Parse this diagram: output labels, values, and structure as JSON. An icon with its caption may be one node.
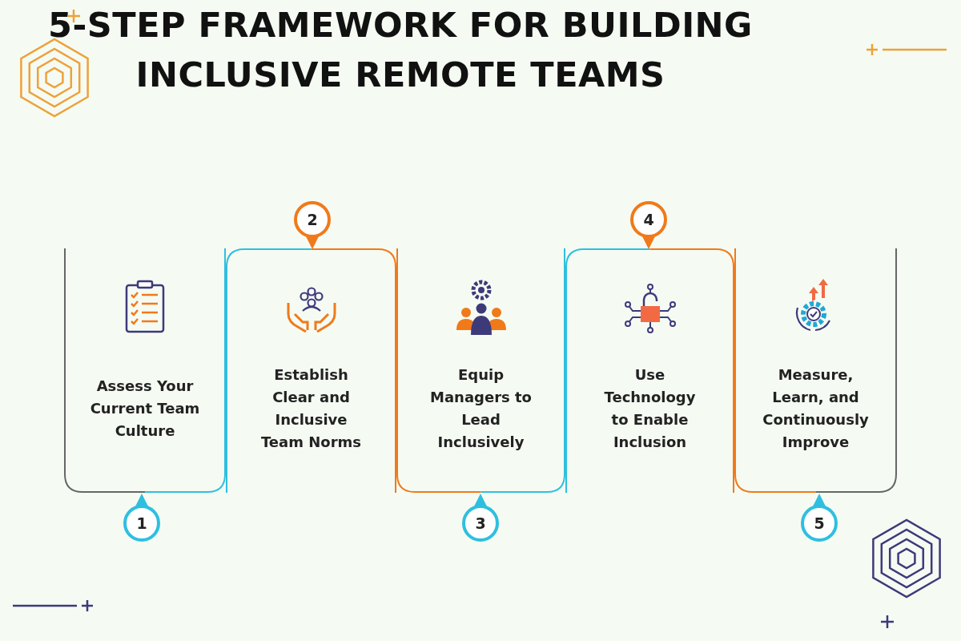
{
  "diagram": {
    "title": "5-STEP FRAMEWORK FOR BUILDING INCLUSIVE REMOTE TEAMS",
    "nodes": [
      {
        "text": [
          "Assess Your Current Team Culture"
        ]
      },
      {
        "text": [
          "Establish Clear and Inclusive Team Norms"
        ]
      },
      {
        "text": [
          "Equip Managers to Lead Inclusively"
        ]
      },
      {
        "text": [
          "Use Technology to Enable Inclusion"
        ]
      },
      {
        "text": [
          "Measure, Learn, and Continuously Improve"
        ]
      },
      {
        "text": [
          "1"
        ]
      },
      {
        "text": [
          "2"
        ]
      },
      {
        "text": [
          "3"
        ]
      },
      {
        "text": [
          "4"
        ]
      },
      {
        "text": [
          "5"
        ]
      }
    ]
  }
}
